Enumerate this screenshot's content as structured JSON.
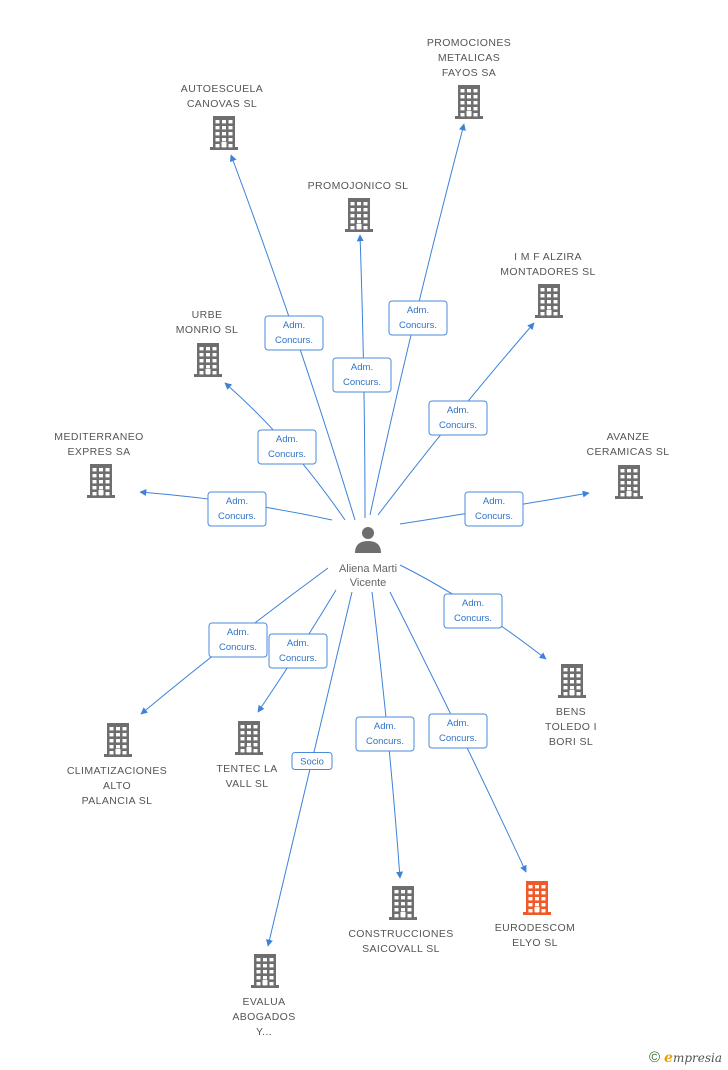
{
  "center": {
    "name_lines": [
      "Aliena Marti",
      "Vicente"
    ],
    "icon": "person-icon"
  },
  "colors": {
    "edge": "#3c82d9",
    "company": "#6e6e6e",
    "highlight": "#f05a2a"
  },
  "companies": [
    {
      "id": "promociones",
      "lines": [
        "PROMOCIONES",
        "METALICAS",
        "FAYOS SA"
      ],
      "highlight": false
    },
    {
      "id": "autoescuela",
      "lines": [
        "AUTOESCUELA",
        "CANOVAS  SL"
      ],
      "highlight": false
    },
    {
      "id": "promojonico",
      "lines": [
        "PROMOJONICO SL"
      ],
      "highlight": false
    },
    {
      "id": "imf",
      "lines": [
        "I M F ALZIRA",
        "MONTADORES SL"
      ],
      "highlight": false
    },
    {
      "id": "urbe",
      "lines": [
        "URBE",
        "MONRIO SL"
      ],
      "highlight": false
    },
    {
      "id": "mediterraneo",
      "lines": [
        "MEDITERRANEO",
        "EXPRES SA"
      ],
      "highlight": false
    },
    {
      "id": "avanze",
      "lines": [
        "AVANZE",
        "CERAMICAS SL"
      ],
      "highlight": false
    },
    {
      "id": "bens",
      "lines": [
        "BENS",
        "TOLEDO I",
        "BORI SL"
      ],
      "highlight": false
    },
    {
      "id": "climatizaciones",
      "lines": [
        "CLIMATIZACIONES",
        "ALTO",
        "PALANCIA SL"
      ],
      "highlight": false
    },
    {
      "id": "tentec",
      "lines": [
        "TENTEC LA",
        "VALL SL"
      ],
      "highlight": false
    },
    {
      "id": "construcciones",
      "lines": [
        "CONSTRUCCIONES",
        "SAICOVALL SL"
      ],
      "highlight": false
    },
    {
      "id": "eurodescom",
      "lines": [
        "EURODESCOM",
        "ELYO SL"
      ],
      "highlight": true
    },
    {
      "id": "evalua",
      "lines": [
        "EVALUA",
        "ABOGADOS",
        "Y..."
      ],
      "highlight": false
    }
  ],
  "edges": [
    {
      "to": "autoescuela",
      "label": [
        "Adm.",
        "Concurs."
      ]
    },
    {
      "to": "promociones",
      "label": [
        "Adm.",
        "Concurs."
      ]
    },
    {
      "to": "promojonico",
      "label": [
        "Adm.",
        "Concurs."
      ]
    },
    {
      "to": "imf",
      "label": [
        "Adm.",
        "Concurs."
      ]
    },
    {
      "to": "urbe",
      "label": [
        "Adm.",
        "Concurs."
      ]
    },
    {
      "to": "mediterraneo",
      "label": [
        "Adm.",
        "Concurs."
      ]
    },
    {
      "to": "avanze",
      "label": [
        "Adm.",
        "Concurs."
      ]
    },
    {
      "to": "bens",
      "label": [
        "Adm.",
        "Concurs."
      ]
    },
    {
      "to": "climatizaciones",
      "label": [
        "Adm.",
        "Concurs."
      ]
    },
    {
      "to": "tentec",
      "label": [
        "Adm.",
        "Concurs."
      ]
    },
    {
      "to": "evalua",
      "label": [
        "Socio"
      ]
    },
    {
      "to": "construcciones",
      "label": [
        "Adm.",
        "Concurs."
      ]
    },
    {
      "to": "eurodescom",
      "label": [
        "Adm.",
        "Concurs."
      ]
    }
  ],
  "footer": {
    "copyright": "©",
    "brand_initial": "e",
    "brand_rest": "mpresia"
  }
}
